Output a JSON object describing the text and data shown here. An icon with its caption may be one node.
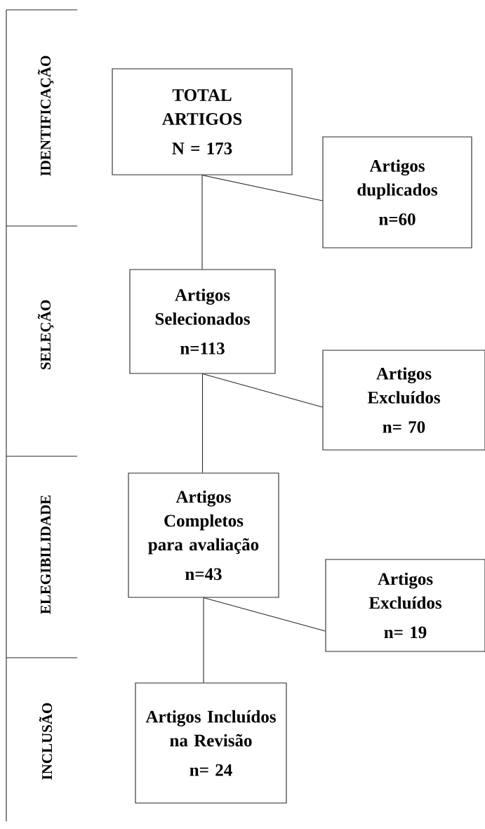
{
  "diagram": {
    "nodes": [
      {
        "text": [
          "TOTAL ARTIGOS",
          "N = 173"
        ]
      },
      {
        "text": [
          "Artigos duplicados",
          "n=60"
        ]
      },
      {
        "text": [
          "Artigos Selecionados",
          "n=113"
        ]
      },
      {
        "text": [
          "Artigos Excluídos",
          "n= 70"
        ]
      },
      {
        "text": [
          "Artigos Completos para avaliação",
          "n=43"
        ]
      },
      {
        "text": [
          "Artigos Excluídos",
          "n= 19"
        ]
      },
      {
        "text": [
          "Artigos Incluídos na Revisão",
          "n= 24"
        ]
      }
    ],
    "edges": [
      {
        "from": 0,
        "to": 1,
        "arrow": "none"
      },
      {
        "from": 0,
        "to": 2,
        "arrow": "none"
      },
      {
        "from": 2,
        "to": 3,
        "arrow": "none"
      },
      {
        "from": 2,
        "to": 4,
        "arrow": "none"
      },
      {
        "from": 4,
        "to": 5,
        "arrow": "none"
      },
      {
        "from": 4,
        "to": 6,
        "arrow": "none"
      }
    ],
    "labels": [
      "IDENTIFICAÇÃO",
      "SELEÇÃO",
      "ELEGIBILIDADE",
      "INCLUSÃO"
    ]
  }
}
